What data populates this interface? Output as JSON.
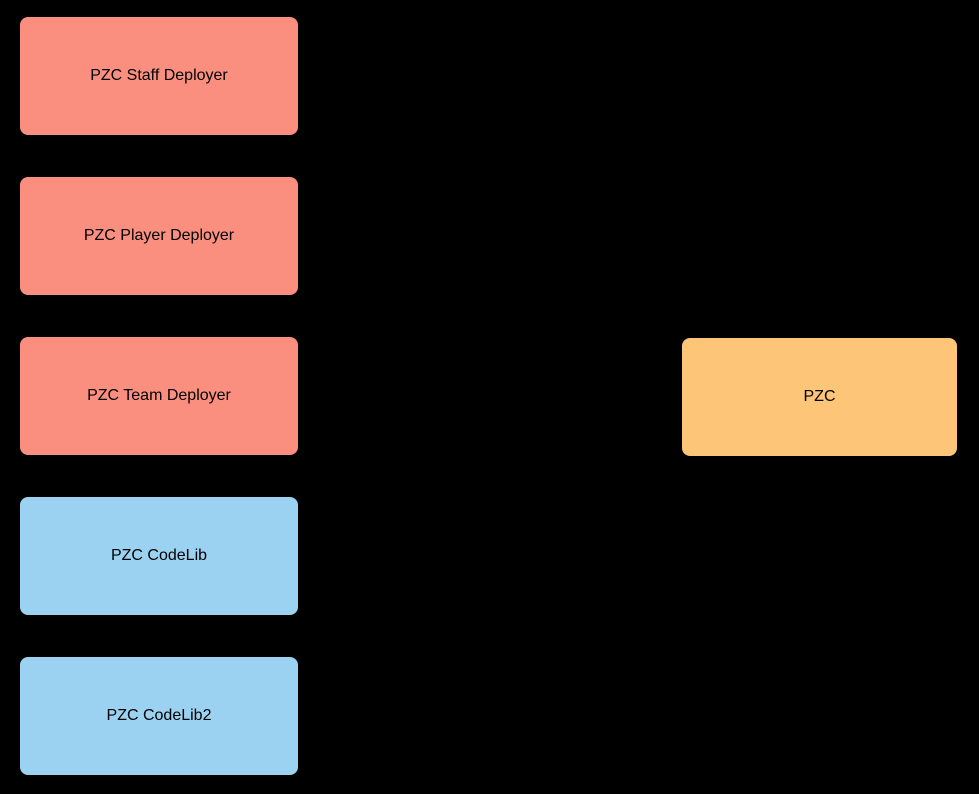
{
  "diagram": {
    "background_color": "#000000",
    "text_color": "#000000",
    "colors": {
      "deployer_node_fill": "#FB8F7F",
      "codelib_node_fill": "#9BD2F1",
      "pzc_node_fill": "#FCC577"
    },
    "nodes": [
      {
        "label": "PZC Staff Deployer",
        "type": "deployer",
        "column": "left"
      },
      {
        "label": "PZC Player Deployer",
        "type": "deployer",
        "column": "left"
      },
      {
        "label": "PZC Team Deployer",
        "type": "deployer",
        "column": "left"
      },
      {
        "label": "PZC CodeLib",
        "type": "codelib",
        "column": "left"
      },
      {
        "label": "PZC CodeLib2",
        "type": "codelib",
        "column": "left"
      },
      {
        "label": "PZC",
        "type": "pzc",
        "column": "right"
      }
    ]
  }
}
